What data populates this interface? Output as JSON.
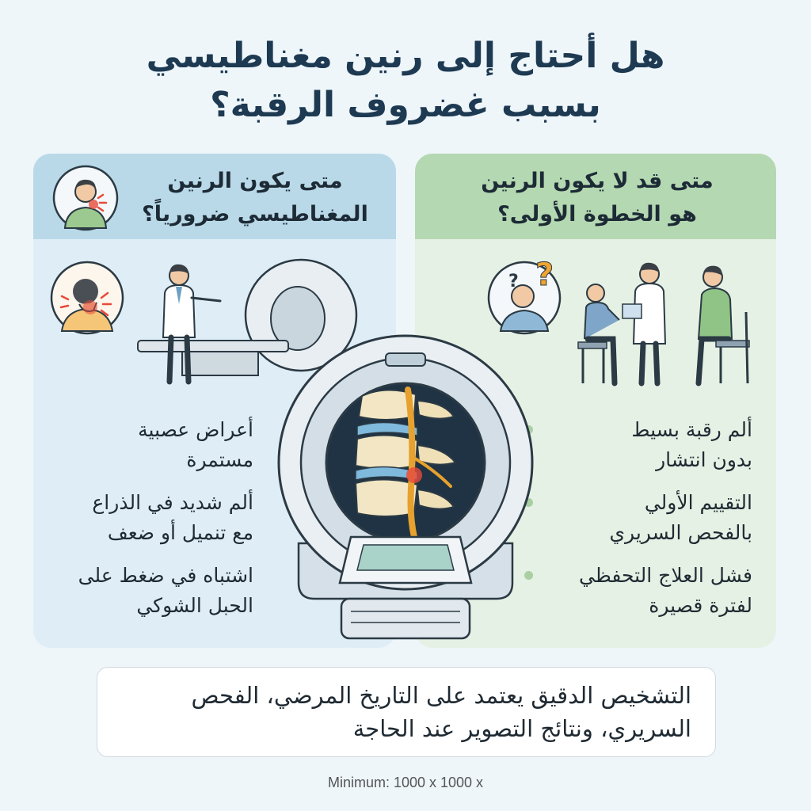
{
  "title": {
    "line1": "هل أحتاج إلى رنين مغناطيسي",
    "line2": "بسبب غضروف الرقبة؟"
  },
  "left_panel": {
    "heading_line1": "متى يكون الرنين",
    "heading_line2": "المغناطيسي ضرورياً؟",
    "bullets": [
      {
        "line1": "أعراض عصبية",
        "line2": "مستمرة"
      },
      {
        "line1": "ألم شديد في الذراع",
        "line2": "مع تنميل أو ضعف"
      },
      {
        "line1": "اشتباه في ضغط على",
        "line2": "الحبل الشوكي"
      }
    ]
  },
  "right_panel": {
    "heading_line1": "متى قد لا يكون الرنين",
    "heading_line2": "هو الخطوة الأولى؟",
    "bullets": [
      {
        "line1": "ألم رقبة بسيط",
        "line2": "بدون انتشار"
      },
      {
        "line1": "التقييم الأولي",
        "line2": "بالفحص السريري"
      },
      {
        "line1": "فشل العلاج التحفظي",
        "line2": "لفترة قصيرة"
      }
    ]
  },
  "summary": {
    "line1": "التشخيص الدقيق يعتمد على التاريخ المرضي، الفحص",
    "line2": "السريري، ونتائج التصوير عند الحاجة"
  },
  "footnote": "Minimum: 1000 x 1000 x",
  "icons": {
    "neck_pain_avatar": "neck-pain-person-icon",
    "neck_pain_closeup": "neck-pain-closeup-icon",
    "question_avatar": "question-person-icon",
    "doctor_mri": "doctor-mri-scanner-illustration",
    "doctor_consult": "doctor-consultation-illustration",
    "spine_scanner": "mri-spine-scanner-illustration"
  },
  "colors": {
    "left_accent": "#b9d9e8",
    "right_accent": "#b4d8b1",
    "title": "#1e3a52"
  }
}
